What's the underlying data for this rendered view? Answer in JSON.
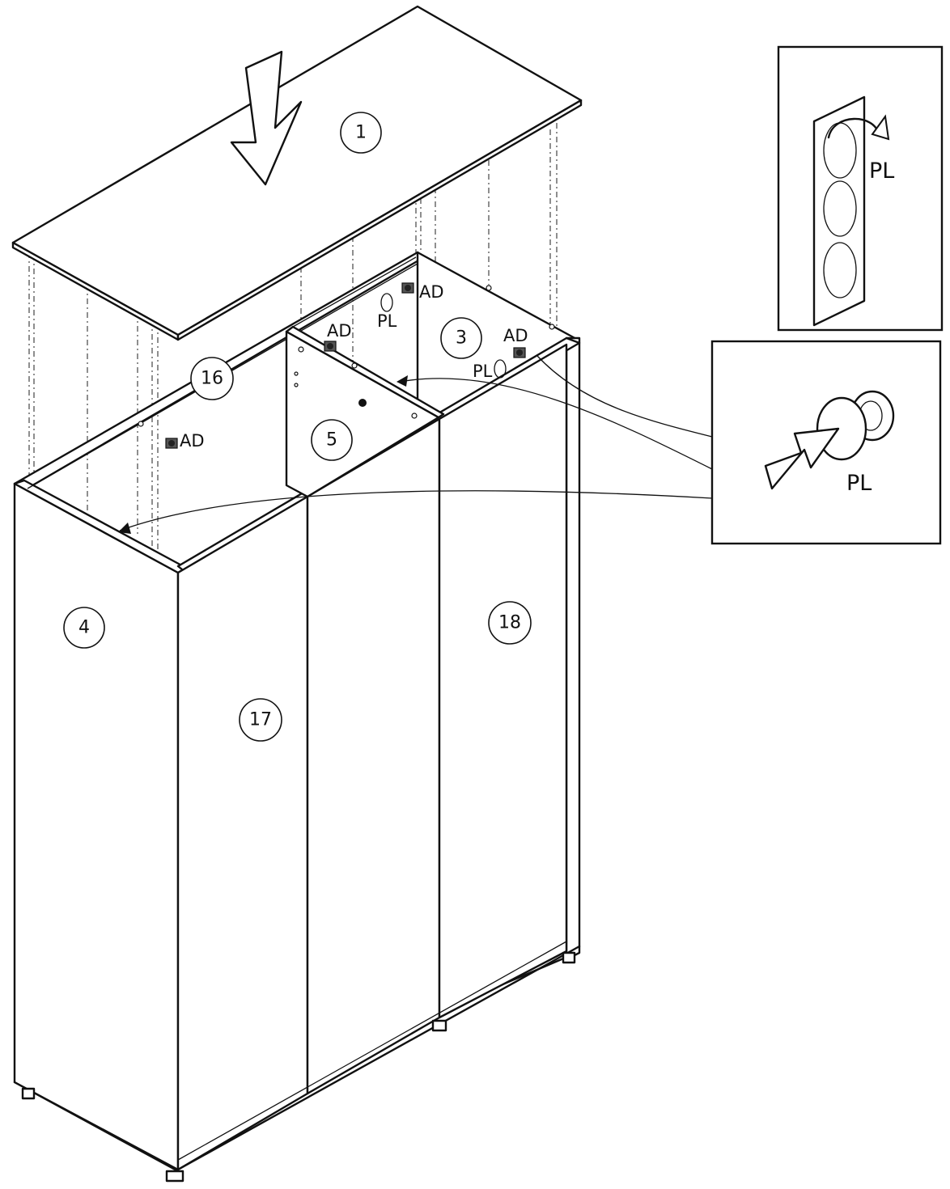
{
  "parts": {
    "top_panel": "1",
    "back_panel": "3",
    "left_side": "4",
    "divider": "5",
    "back_rail": "16",
    "left_door": "17",
    "right_door": "18"
  },
  "hardware": {
    "ad": "AD",
    "pl": "PL"
  },
  "details": {
    "sticker_label": "PL",
    "plug_label": "PL"
  }
}
